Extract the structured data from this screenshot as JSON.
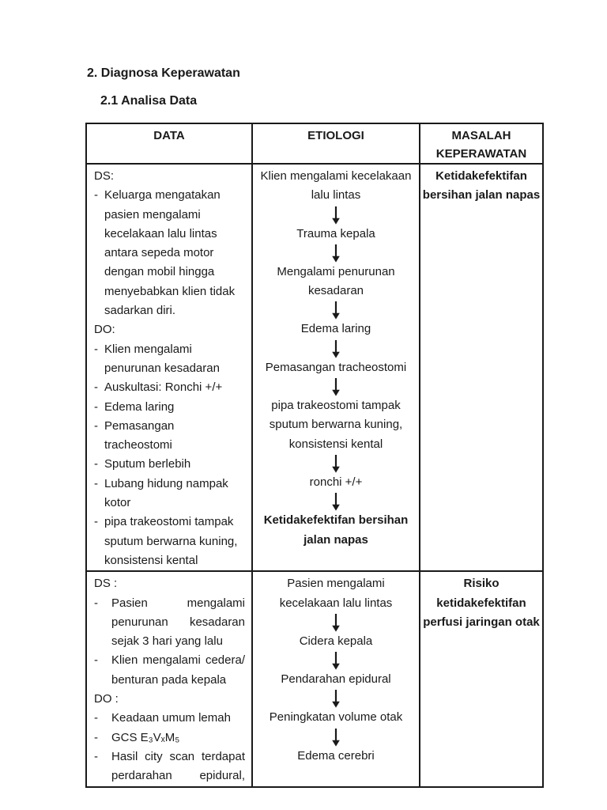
{
  "page": {
    "heading1": "2. Diagnosa Keperawatan",
    "heading2": "2.1 Analisa Data"
  },
  "colors": {
    "ink": "#1a1a1a",
    "background": "#ffffff"
  },
  "table": {
    "headers": [
      "DATA",
      "ETIOLOGI",
      "MASALAH KEPERAWATAN"
    ],
    "rows": [
      {
        "ds_label": "DS:",
        "ds_items": [
          "Keluarga mengatakan pasien mengalami kecelakaan lalu lintas antara sepeda motor dengan mobil hingga menyebabkan klien tidak sadarkan diri."
        ],
        "do_label": "DO:",
        "do_items": [
          "Klien mengalami penurunan kesadaran",
          "Auskultasi: Ronchi +/+",
          "Edema laring",
          "Pemasangan tracheostomi",
          "Sputum berlebih",
          "Lubang hidung nampak kotor",
          "pipa trakeostomi tampak sputum berwarna kuning, konsistensi kental"
        ],
        "etiologi_steps": [
          "Klien mengalami kecelakaan lalu lintas",
          "Trauma kepala",
          "Mengalami penurunan kesadaran",
          "Edema laring",
          "Pemasangan tracheostomi",
          "pipa trakeostomi tampak sputum berwarna kuning, konsistensi kental",
          "ronchi +/+"
        ],
        "etiologi_conclusion": "Ketidakefektifan bersihan jalan napas",
        "masalah": "Ketidakefektifan bersihan jalan napas"
      },
      {
        "ds_label": "DS :",
        "ds_items": [
          "Pasien mengalami penurunan kesadaran sejak 3 hari yang lalu",
          "Klien mengalami cedera/ benturan pada kepala"
        ],
        "do_label": "DO :",
        "do_items": [
          "Keadaan umum lemah",
          "GCS E₃VₓM₅",
          "Hasil city scan terdapat perdarahan epidural,"
        ],
        "etiologi_steps": [
          "Pasien mengalami kecelakaan lalu lintas",
          "Cidera kepala",
          "Pendarahan epidural",
          "Peningkatan volume otak",
          "Edema cerebri"
        ],
        "masalah": "Risiko ketidakefektifan perfusi jaringan otak"
      }
    ]
  }
}
